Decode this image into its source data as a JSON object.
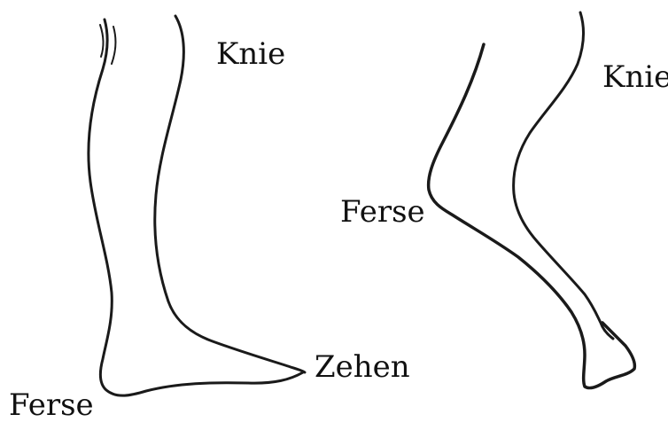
{
  "diagram": {
    "left_leg": {
      "knee_label": "Knie",
      "heel_label": "Ferse",
      "toes_label": "Zehen"
    },
    "right_leg": {
      "knee_label": "Knie",
      "heel_label": "Ferse"
    },
    "colors": {
      "ink": "#1a1a1a",
      "background": "#ffffff"
    }
  }
}
